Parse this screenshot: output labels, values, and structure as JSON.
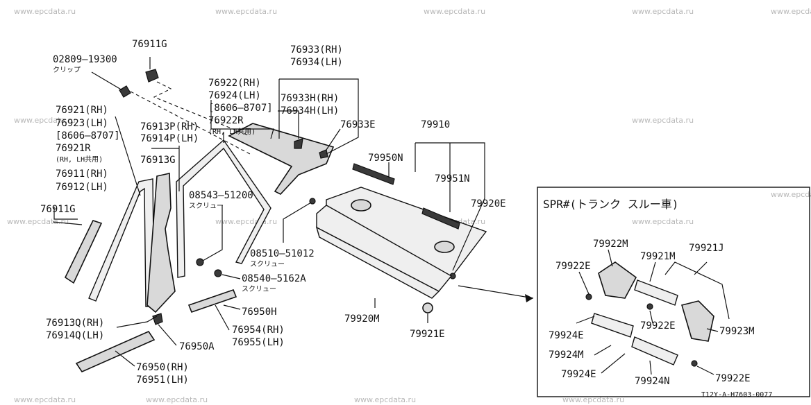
{
  "watermarks": [
    "www.epcdata.ru",
    "www.epcdata.ru",
    "www.epcdata.ru",
    "www.epcdata.ru",
    "www.epcdata.ru",
    "www.epcdata.ru",
    "www.epcdata.ru",
    "www.epcdata.ru",
    "www.epcdata.ru",
    "www.epcdata.ru",
    "www.epcdata.ru",
    "www.epcdata.ru",
    "www.epcdata.ru",
    "www.epcdata.ru",
    "www.epcdata.ru",
    "www.epcdata.ru"
  ],
  "labels": {
    "p76911g_top": "76911G",
    "p02809": "02809—19300",
    "clip": "クリップ",
    "p76921rh": "76921(RH)",
    "p76923lh": "76923(LH)",
    "p8606a": "[8606—8707]",
    "p76921r": "76921R",
    "rhlh_a": "(RH, LH共用)",
    "p76911rh": "76911(RH)",
    "p76912lh": "76912(LH)",
    "p76911g_left": "76911G",
    "p76913prh": "76913P(RH)",
    "p76914plh": "76914P(LH)",
    "p76913g": "76913G",
    "p76922rh": "76922(RH)",
    "p76924lh": "76924(LH)",
    "p8606b": "[8606—8707]",
    "p76922r": "76922R",
    "rhlh_b": "(RH, LH共用)",
    "p76933rh": "76933(RH)",
    "p76934lh": "76934(LH)",
    "p76933hrh": "76933H(RH)",
    "p76934hlh": "76934H(LH)",
    "p76933e": "76933E",
    "p79910": "79910",
    "p79950n": "79950N",
    "p79951n": "79951N",
    "p79920e": "79920E",
    "p08543": "08543—51200",
    "screw_a": "スクリュー",
    "p08510": "08510—51012",
    "screw_b": "スクリュー",
    "p08540": "08540—5162A",
    "screw_c": "スクリュー",
    "p76950h": "76950H",
    "p76954rh": "76954(RH)",
    "p76955lh": "76955(LH)",
    "p76913qrh": "76913Q(RH)",
    "p76914qlh": "76914Q(LH)",
    "p76950a": "76950A",
    "p76950rh": "76950(RH)",
    "p76951lh": "76951(LH)",
    "p79920m": "79920M",
    "p79921e": "79921E",
    "spr_title": "SPR#(トランク スルー車)",
    "p79922m": "79922M",
    "p79921m": "79921M",
    "p79921j": "79921J",
    "p79922e_a": "79922E",
    "p79922e_b": "79922E",
    "p79923m": "79923M",
    "p79924e_a": "79924E",
    "p79924m": "79924M",
    "p79924e_b": "79924E",
    "p79924n": "79924N",
    "p79922e_c": "79922E",
    "code": "T12Y-A-H7603-0077"
  }
}
